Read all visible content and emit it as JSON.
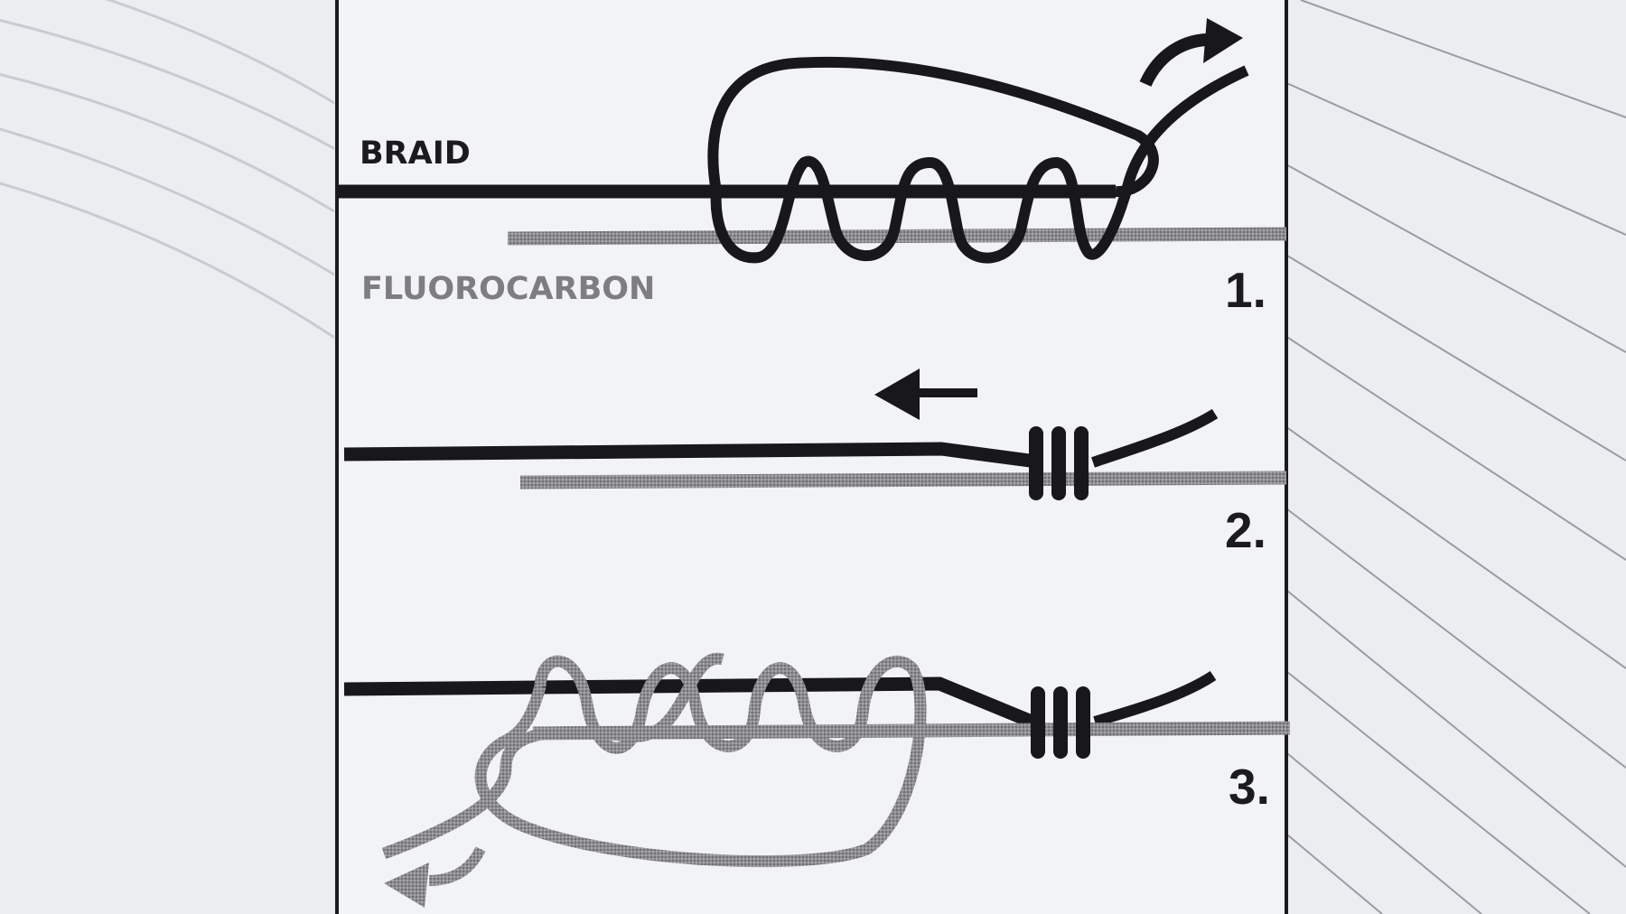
{
  "labels": {
    "braid": "BRAID",
    "fluorocarbon": "FLUOROCARBON"
  },
  "steps": [
    {
      "number": "1."
    },
    {
      "number": "2."
    },
    {
      "number": "3."
    }
  ],
  "colors": {
    "page_background": "#ecedf1",
    "panel_background": "#f2f3f7",
    "braid_line": "#18181a",
    "fluorocarbon_line": "#8a8a8f",
    "decorative_lines": "#c9cbd1"
  }
}
